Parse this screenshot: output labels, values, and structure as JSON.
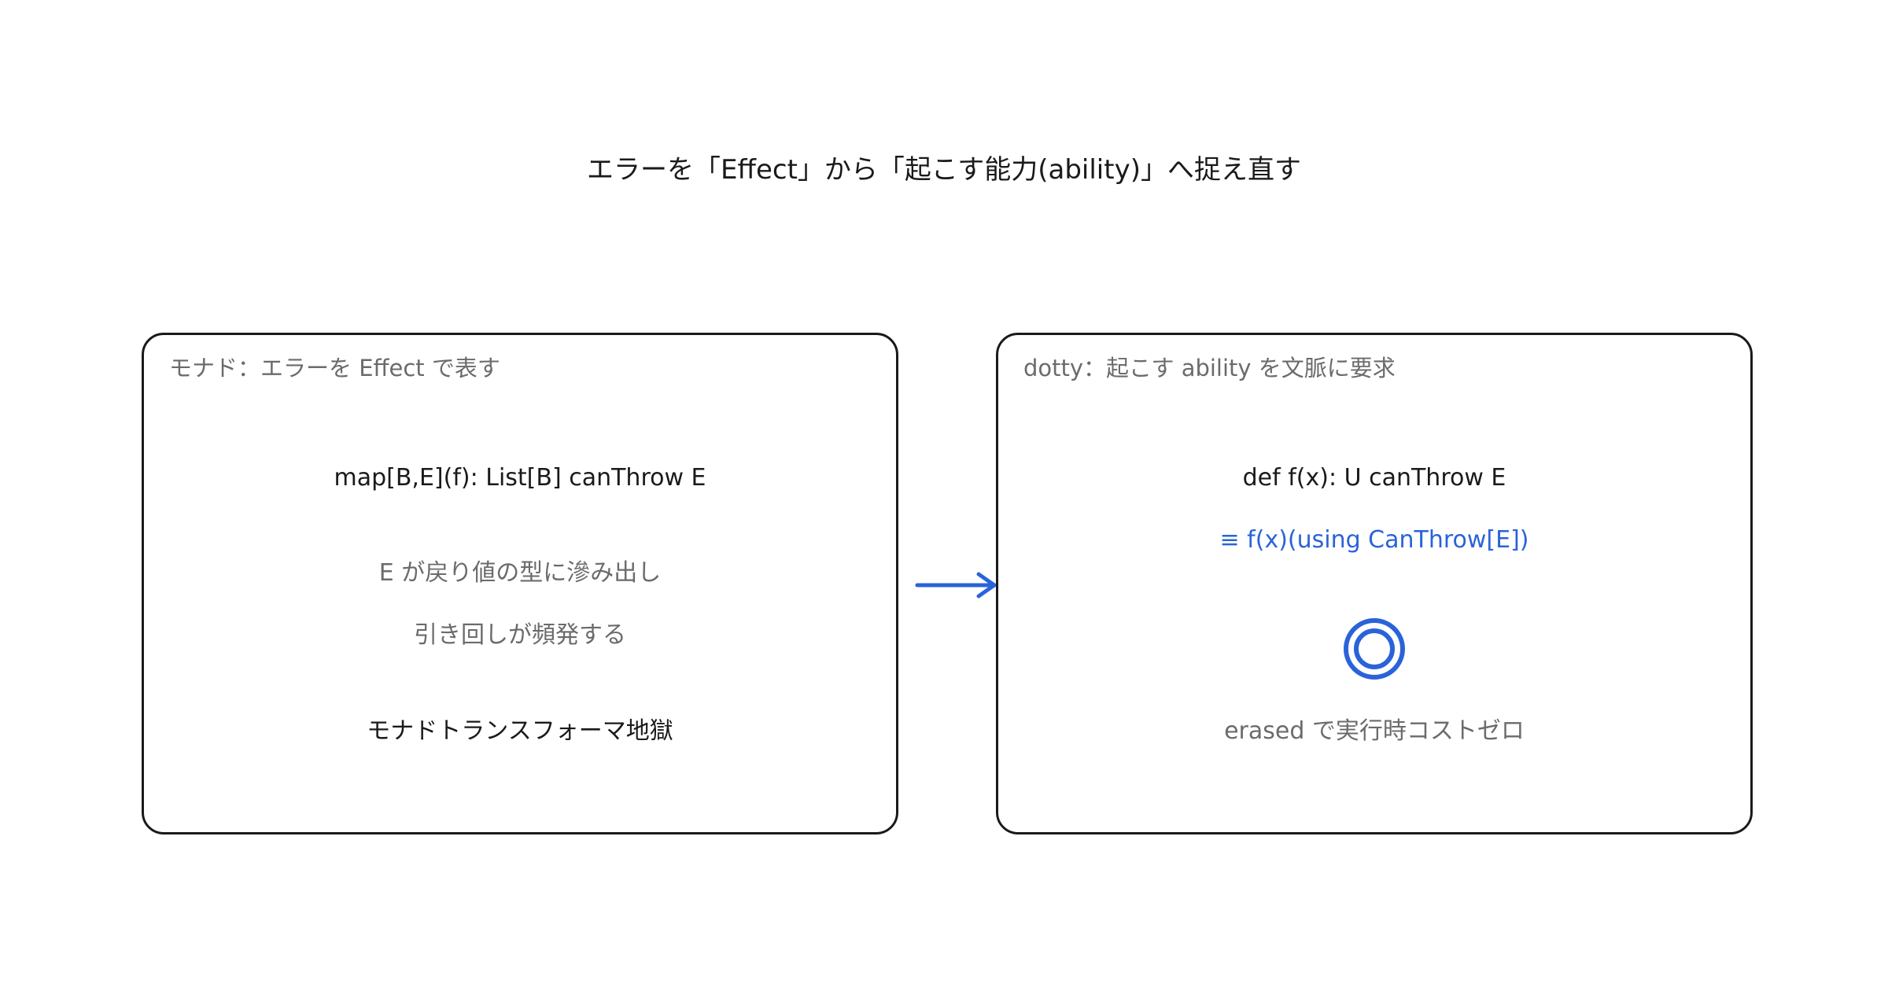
{
  "title": "エラーを「Effect」から「起こす能力(ability)」へ捉え直す",
  "left_panel": {
    "label": "モナド：エラーを Effect で表す",
    "signature": "map[B,E](f): List[B] canThrow E",
    "note_1": "E が戻り値の型に滲み出し",
    "note_2": "引き回しが頻発する",
    "conclusion": "モナドトランスフォーマ地獄"
  },
  "right_panel": {
    "label": "dotty：起こす ability を文脈に要求",
    "signature": "def f(x): U canThrow E",
    "desugared": "≡ f(x)(using CanThrow[E])",
    "icon": "double-circle-icon",
    "note": "erased で実行時コストゼロ"
  },
  "arrow_icon": "right-arrow-icon",
  "colors": {
    "accent": "#2a63d9",
    "text": "#1a1a1a",
    "muted": "#6b6b6b",
    "border": "#1a1a1a"
  }
}
